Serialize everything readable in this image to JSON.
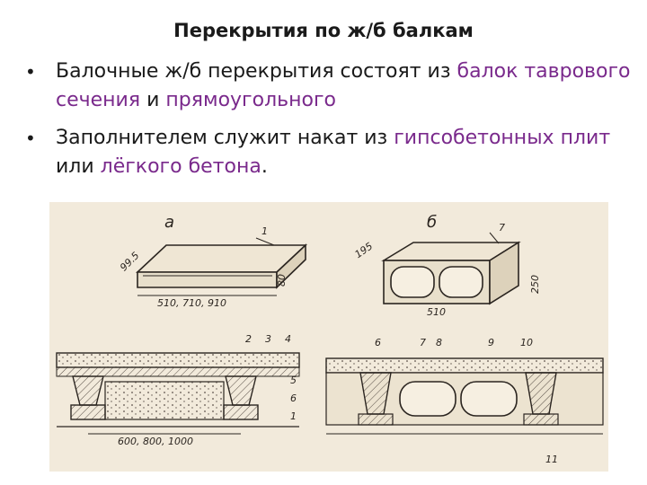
{
  "slide": {
    "title": "Перекрытия по ж/б балкам",
    "bullets": [
      {
        "marker": "•",
        "parts": [
          "Балочные ж/б перекрытия состоят  из ",
          "балок таврового сечения",
          " и ",
          "прямоугольного"
        ]
      },
      {
        "marker": "•",
        "parts": [
          " Заполнителем служит накат из ",
          "гипсобетонных плит",
          " или ",
          "лёгкого бетона",
          "."
        ]
      }
    ],
    "highlight_color": "#7a2a8c"
  },
  "figure": {
    "panel_a_label": "а",
    "panel_b_label": "б",
    "slab_a": {
      "callout": "1",
      "dim_width": "99.5",
      "dim_height": "80",
      "dim_length": "510, 710, 910"
    },
    "slab_b": {
      "callout": "7",
      "dim_width": "195",
      "dim_height": "250",
      "dim_length": "510"
    },
    "section_left": {
      "callouts_top": [
        "2",
        "3",
        "4"
      ],
      "callouts_side": [
        "5",
        "6",
        "1"
      ],
      "dim_span": "600, 800, 1000"
    },
    "section_right": {
      "callouts_top": [
        "6",
        "7",
        "8",
        "9",
        "10"
      ],
      "callout_bottom": "11"
    }
  }
}
